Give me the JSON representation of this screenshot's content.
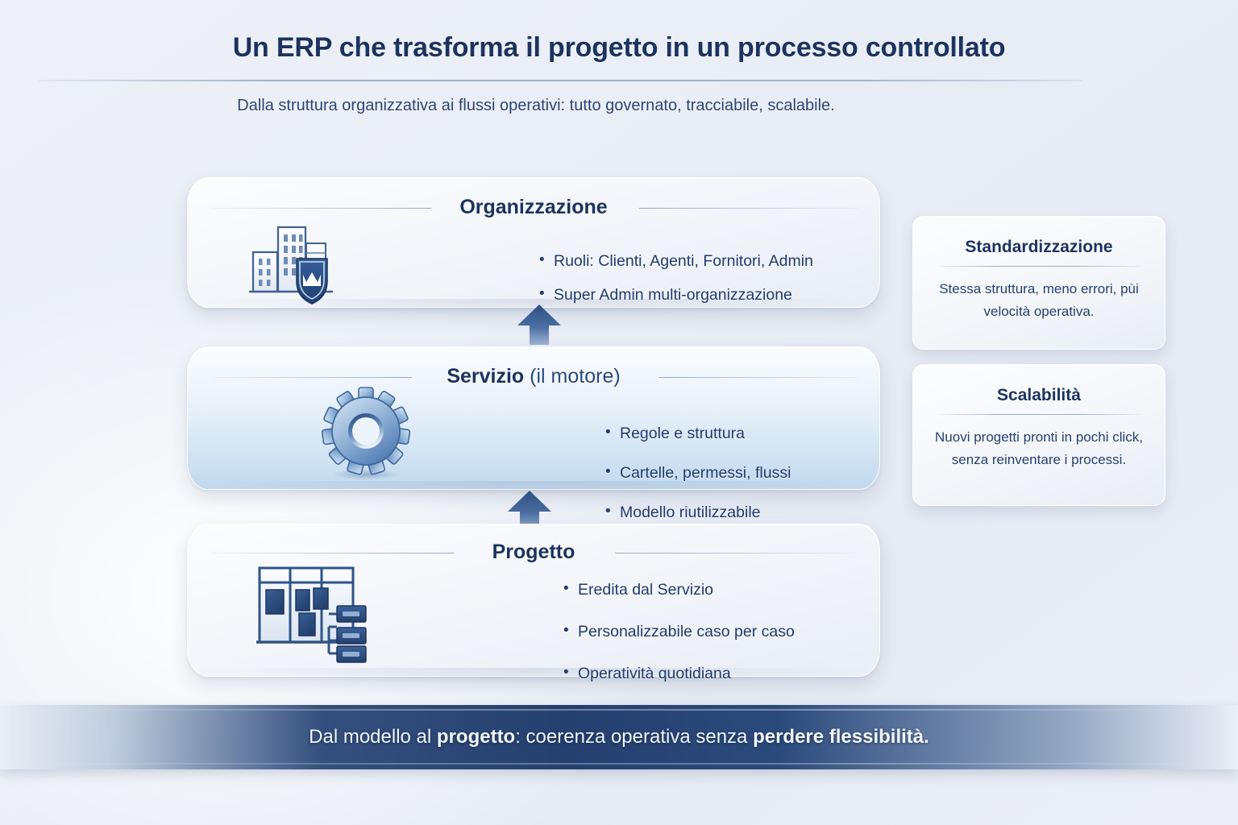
{
  "header": {
    "title": "Un ERP che trasforma il progetto in un processo controllato",
    "subtitle": "Dalla struttura organizzativa ai flussi operativi: tutto governato, tracciabile, scalabile."
  },
  "layers": [
    {
      "id": "organizzazione",
      "title": "Organizzazione",
      "icon": "office-building-shield-crown-icon",
      "bullets": [
        "Ruoli: Clienti, Agenti, Fornitori, Admin",
        "Super Admin multi-organizzazione"
      ]
    },
    {
      "id": "servizio",
      "title": "Servizio",
      "title_suffix": "(il motore)",
      "icon": "gear-icon",
      "bullets": [
        "Regole e struttura",
        "Cartelle, permessi, flussi",
        "Modello riutilizzabile"
      ]
    },
    {
      "id": "progetto",
      "title": "Progetto",
      "icon": "kanban-board-nodes-icon",
      "bullets": [
        "Eredita dal Servizio",
        "Personalizzabile caso per caso",
        "Operatività quotidiana"
      ]
    }
  ],
  "connectors": [
    {
      "id": "arrow-progetto-servizio",
      "direction": "up"
    },
    {
      "id": "arrow-servizio-organizzazione",
      "direction": "up"
    }
  ],
  "side_cards": [
    {
      "id": "standardizzazione",
      "title": "Standardizzazione",
      "body": "Stessa struttura, meno errori, pùi velocità operativa."
    },
    {
      "id": "scalabilita",
      "title": "Scalabilità",
      "body": "Nuovi progetti pronti in pochi click, senza reinventare i processi."
    }
  ],
  "banner": {
    "part1": "Dal modello al ",
    "bold1": "progetto",
    "part2": ": coerenza operativa senza ",
    "bold2": "perdere flessibilità."
  },
  "colors": {
    "navy": "#1b335f",
    "body_text": "#1e3a6d",
    "accent_blue": "#2a4a7d",
    "banner_navy": "#24406f",
    "background": "#e9edf5",
    "card_blue": "#c2d9ed"
  }
}
